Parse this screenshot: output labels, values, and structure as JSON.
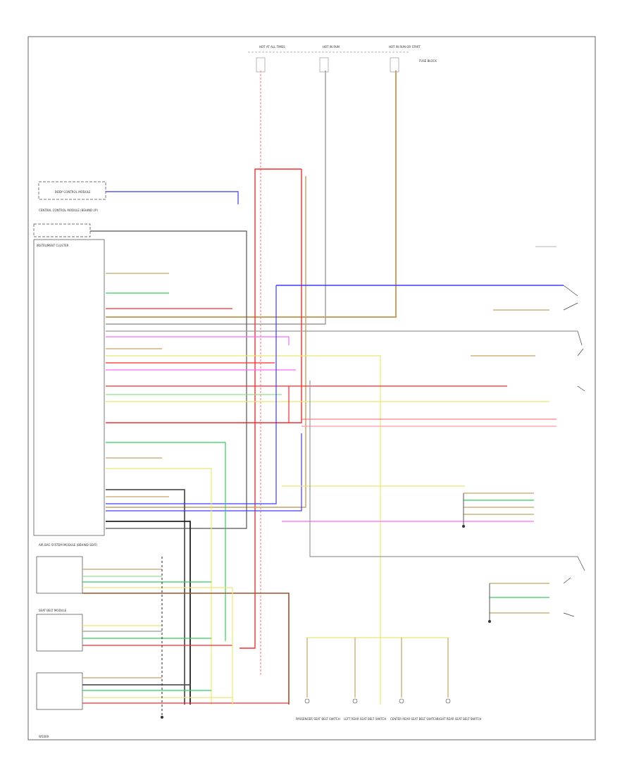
{
  "colors": {
    "frame": "#666666",
    "red": "#ff2a2a",
    "pink": "#ff9aa8",
    "blue": "#3a3aff",
    "green": "#2fd05a",
    "lightgreen": "#8fe08f",
    "yellow": "#e8e870",
    "tan": "#c8a060",
    "gray": "#9a9a9a",
    "darkgray": "#555555",
    "black": "#222222",
    "magenta": "#ff66ff",
    "brown": "#a0522d"
  },
  "top_fuses": [
    {
      "label": "HOT AT ALL TIMES"
    },
    {
      "label": "HOT IN RUN"
    },
    {
      "label": "HOT IN RUN OR START"
    }
  ],
  "fuse_block_label": "FUSE BLOCK",
  "left_modules": [
    {
      "label": "BODY CONTROL MODULE"
    },
    {
      "label": "CENTRAL CONTROL MODULE (BEHIND I/P)"
    },
    {
      "label": "INSTRUMENT CLUSTER"
    },
    {
      "label": "AIR BAG SYSTEM MODULE (BEHIND SEAT)"
    },
    {
      "label": "SEAT BELT MODULE"
    }
  ],
  "switch_labels": [
    {
      "label": "PASSENGER SEAT BELT SWITCH"
    },
    {
      "label": "LEFT REAR SEAT BELT SWITCH"
    },
    {
      "label": "CENTER REAR SEAT BELT SWITCH"
    },
    {
      "label": "RIGHT REAR SEAT BELT SWITCH"
    }
  ],
  "footer": {
    "code": "W5009"
  }
}
